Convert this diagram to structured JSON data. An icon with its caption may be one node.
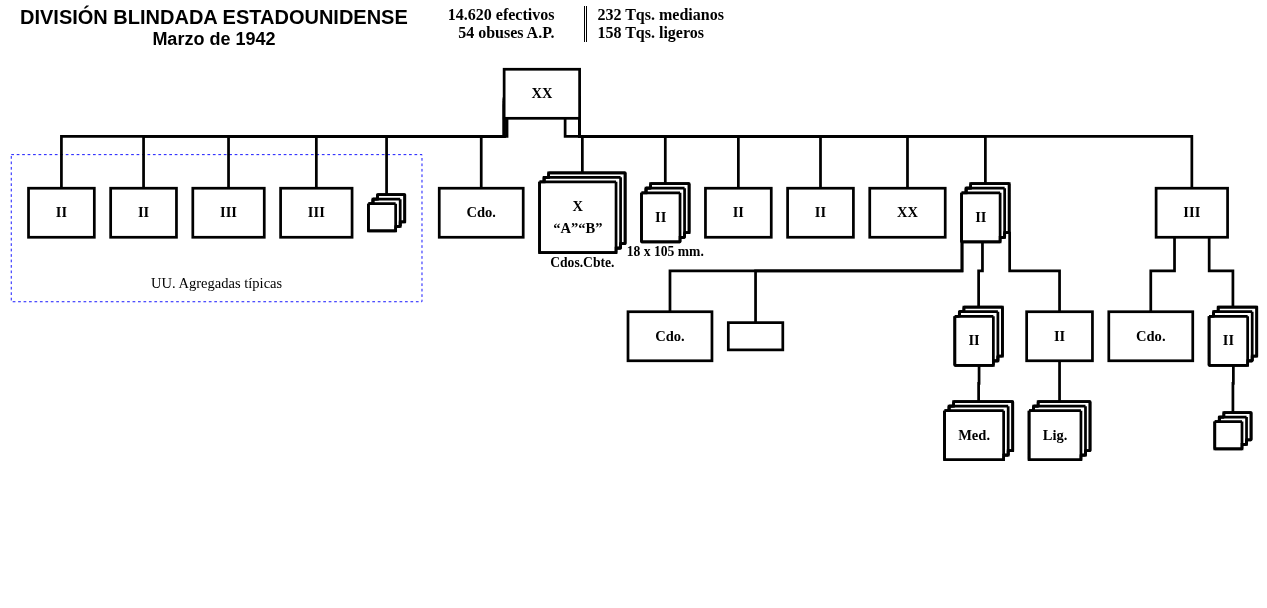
{
  "diagram": {
    "title": "DIVISIÓN BLINDADA ESTADOUNIDENSE",
    "nodes": [
      {
        "text": [
          "XX"
        ]
      },
      {
        "text": [
          "Cdo."
        ]
      },
      {
        "text": [
          "II"
        ]
      },
      {
        "text": [
          "X",
          "“A”“B”"
        ],
        "beside": [
          "Cdos.Cbte."
        ]
      },
      {
        "text": [
          "II"
        ],
        "beside": [
          "18 x 105 mm."
        ]
      },
      {
        "text": [
          "III"
        ]
      },
      {
        "text": [
          "II"
        ]
      },
      {
        "text": [
          "II"
        ]
      },
      {
        "text": [
          "XX"
        ]
      },
      {
        "text": [
          "Cdo."
        ]
      },
      {
        "text": [],
        "shape": "box"
      },
      {
        "text": [
          "II"
        ]
      },
      {
        "text": [
          "II"
        ]
      },
      {
        "text": [
          "Med."
        ]
      },
      {
        "text": [
          "Lig."
        ]
      },
      {
        "text": [
          "Cdo."
        ]
      },
      {
        "text": [
          "II"
        ]
      },
      {
        "text": [],
        "shape": "box"
      },
      {
        "text": [
          "UU. Agregadas típicas"
        ]
      },
      {
        "text": [
          "II"
        ],
        "in": 18
      },
      {
        "text": [
          "II"
        ],
        "in": 18
      },
      {
        "text": [
          "III"
        ],
        "in": 18
      },
      {
        "text": [
          "III"
        ],
        "in": 18
      },
      {
        "text": [],
        "shape": "box",
        "in": 18
      }
    ],
    "edges": [
      {
        "from": 0,
        "to": 1,
        "arrow": "none"
      },
      {
        "from": 0,
        "to": 2,
        "arrow": "none"
      },
      {
        "from": 0,
        "to": 3,
        "arrow": "none"
      },
      {
        "from": 0,
        "to": 4,
        "arrow": "none"
      },
      {
        "from": 0,
        "to": 5,
        "arrow": "none"
      },
      {
        "from": 0,
        "to": 6,
        "arrow": "none"
      },
      {
        "from": 0,
        "to": 7,
        "arrow": "none"
      },
      {
        "from": 0,
        "to": 8,
        "arrow": "none"
      },
      {
        "from": 2,
        "to": 9,
        "arrow": "none"
      },
      {
        "from": 2,
        "to": 10,
        "arrow": "none"
      },
      {
        "from": 2,
        "to": 11,
        "arrow": "none"
      },
      {
        "from": 2,
        "to": 12,
        "arrow": "none"
      },
      {
        "from": 11,
        "to": 13,
        "arrow": "none"
      },
      {
        "from": 12,
        "to": 14,
        "arrow": "none"
      },
      {
        "from": 5,
        "to": 15,
        "arrow": "none"
      },
      {
        "from": 5,
        "to": 16,
        "arrow": "none"
      },
      {
        "from": 16,
        "to": 17,
        "arrow": "none"
      },
      {
        "from": 0,
        "to": 19,
        "arrow": "none"
      },
      {
        "from": 0,
        "to": 20,
        "arrow": "none"
      },
      {
        "from": 0,
        "to": 21,
        "arrow": "none"
      },
      {
        "from": 0,
        "to": 22,
        "arrow": "none"
      },
      {
        "from": 0,
        "to": 23,
        "arrow": "none"
      }
    ],
    "labels": [
      "Marzo de 1942",
      "14.620 efectivos",
      "54 obuses A.P.",
      "232 Tqs. medianos",
      "158 Tqs. ligeros"
    ]
  }
}
